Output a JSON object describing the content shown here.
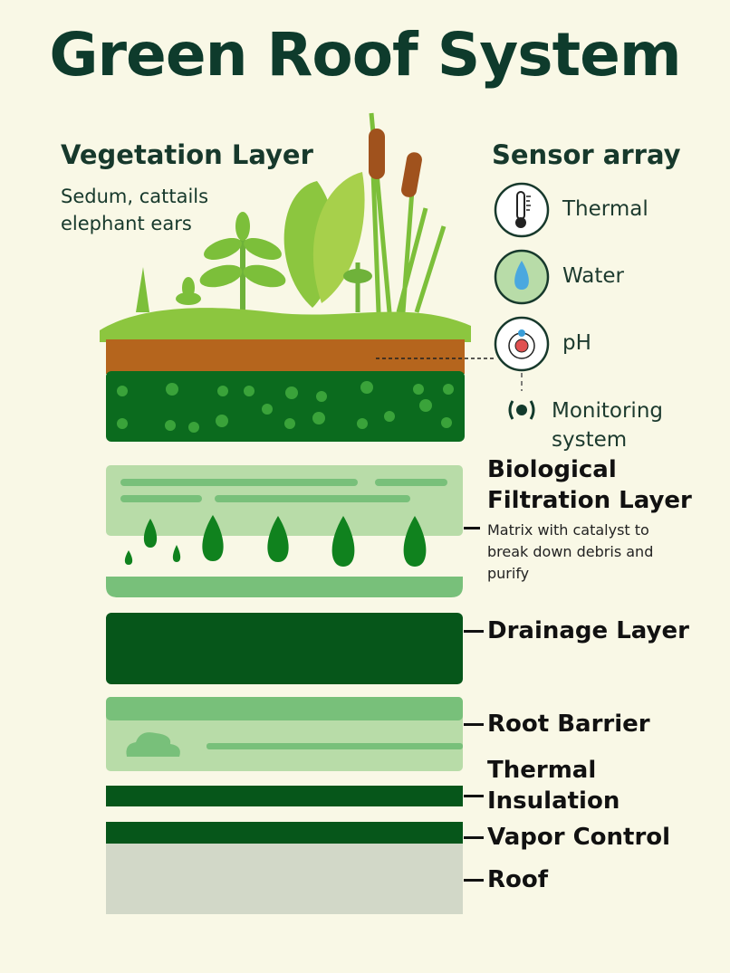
{
  "title": "Green Roof System",
  "vegetation": {
    "heading": "Vegetation Layer",
    "line1": "Sedum, cattails",
    "line2": "elephant ears"
  },
  "sensors": {
    "heading": "Sensor array",
    "items": [
      {
        "label": "Thermal",
        "icon": "thermometer-icon"
      },
      {
        "label": "Water",
        "icon": "water-drop-icon"
      },
      {
        "label": "pH",
        "icon": "ph-atom-icon"
      }
    ],
    "monitoring_line1": "Monitoring",
    "monitoring_line2": "system"
  },
  "layers": {
    "filtration": {
      "line1": "Biological",
      "line2": "Filtration Layer",
      "desc1": "Matrix with catalyst to",
      "desc2": "break down debris and",
      "desc3": "purify"
    },
    "drainage": "Drainage Layer",
    "root_barrier": "Root Barrier",
    "thermal_line1": "Thermal",
    "thermal_line2": "Insulation",
    "vapor": "Vapor Control",
    "roof": "Roof"
  },
  "colors": {
    "background": "#f9f8e6",
    "dark_green": "#06561a",
    "light_green": "#b8dca8",
    "mid_green": "#78c07a",
    "soil": "#b5651d",
    "roof": "#d2d8c8"
  }
}
